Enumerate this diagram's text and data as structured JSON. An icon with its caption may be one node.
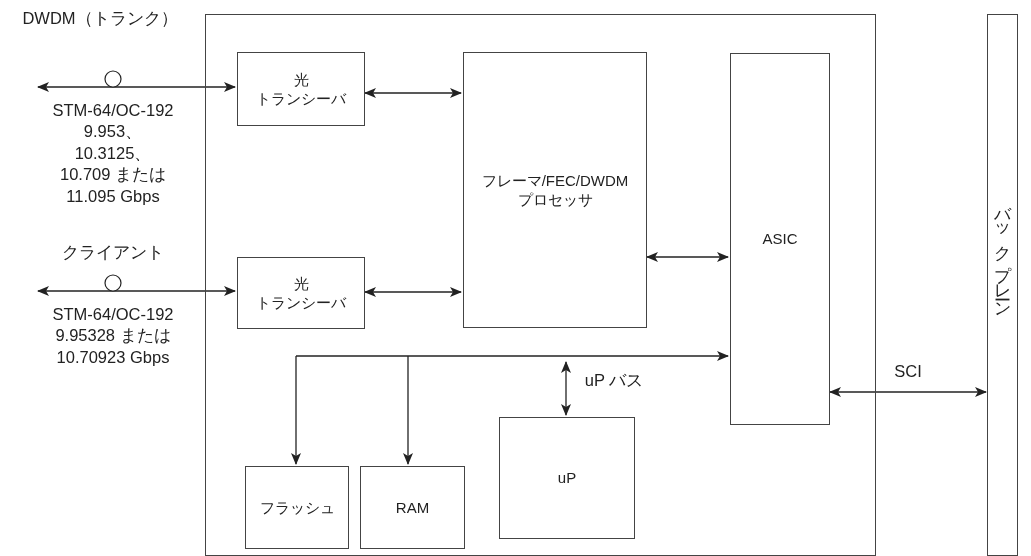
{
  "diagram": {
    "nodes": [
      {
        "text": [],
        "shape": "box"
      },
      {
        "text": [
          "光",
          "トランシーバ"
        ],
        "in": 0
      },
      {
        "text": [
          "光",
          "トランシーバ"
        ],
        "in": 0
      },
      {
        "text": [
          "フレーマ/FEC/DWDM",
          "プロセッサ"
        ],
        "in": 0
      },
      {
        "text": [
          "ASIC"
        ],
        "in": 0
      },
      {
        "text": [
          "バックプレーン"
        ]
      },
      {
        "text": [
          "フラッシュ"
        ],
        "in": 0
      },
      {
        "text": [
          "RAM"
        ],
        "in": 0
      },
      {
        "text": [
          "uP"
        ],
        "in": 0
      }
    ],
    "edges": [
      {
        "from": null,
        "to": 1,
        "arrow": "both"
      },
      {
        "from": null,
        "to": 2,
        "arrow": "both"
      },
      {
        "from": 1,
        "to": 3,
        "arrow": "both"
      },
      {
        "from": 2,
        "to": 3,
        "arrow": "both"
      },
      {
        "from": 3,
        "to": 4,
        "arrow": "both"
      },
      {
        "from": 4,
        "to": 5,
        "arrow": "both",
        "label": "SCI"
      },
      {
        "from": null,
        "to": 4,
        "arrow": "to"
      },
      {
        "from": null,
        "to": 6,
        "arrow": "to"
      },
      {
        "from": null,
        "to": 7,
        "arrow": "to"
      },
      {
        "from": null,
        "to": 8,
        "arrow": "both",
        "label": "uP バス"
      }
    ],
    "labels": [
      "DWDM（トランク）",
      "STM-64/OC-192 9.953、 10.3125、 10.709 または 11.095 Gbps",
      "クライアント",
      "STM-64/OC-192 9.95328 または 10.70923 Gbps"
    ]
  }
}
